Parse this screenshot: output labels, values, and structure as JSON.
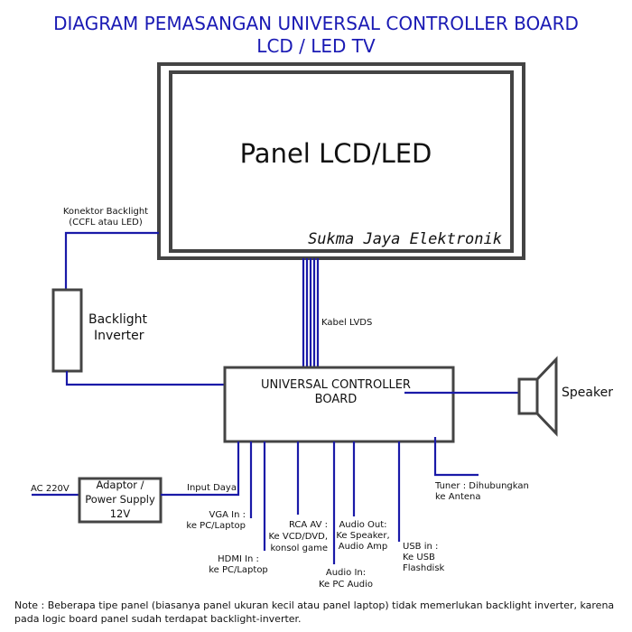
{
  "title": {
    "line1": "DIAGRAM PEMASANGAN UNIVERSAL CONTROLLER BOARD",
    "line2": "LCD / LED TV"
  },
  "panel": {
    "label": "Panel LCD/LED",
    "brand": "Sukma Jaya Elektronik"
  },
  "backlight_connector": {
    "line1": "Konektor Backlight",
    "line2": "(CCFL atau LED)"
  },
  "inverter": {
    "line1": "Backlight",
    "line2": "Inverter"
  },
  "lvds_label": "Kabel LVDS",
  "board": {
    "line1": "UNIVERSAL CONTROLLER",
    "line2": "BOARD"
  },
  "speaker_label": "Speaker",
  "ac_label": "AC 220V",
  "adaptor": {
    "line1": "Adaptor /",
    "line2": "Power Supply",
    "line3": "12V"
  },
  "input_daya": "Input Daya",
  "ports": {
    "vga": {
      "line1": "VGA In :",
      "line2": "ke PC/Laptop"
    },
    "hdmi": {
      "line1": "HDMI In :",
      "line2": "ke PC/Laptop"
    },
    "rca": {
      "line1": "RCA AV :",
      "line2": "Ke VCD/DVD,",
      "line3": "konsol game"
    },
    "audio_in": {
      "line1": "Audio In:",
      "line2": "Ke PC Audio"
    },
    "audio_out": {
      "line1": "Audio Out:",
      "line2": "Ke Speaker,",
      "line3": "Audio Amp"
    },
    "usb": {
      "line1": "USB in :",
      "line2": "Ke USB",
      "line3": "Flashdisk"
    },
    "tuner": {
      "line1": "Tuner : Dihubungkan",
      "line2": "ke Antena"
    }
  },
  "note": {
    "line1": "Note : Beberapa tipe panel (biasanya panel ukuran kecil atau panel laptop) tidak memerlukan backlight inverter, karena",
    "line2": "pada logic board panel sudah terdapat backlight-inverter."
  },
  "colors": {
    "title": "#1a1ab4",
    "wire": "#1a1aa8",
    "box_stroke": "#444444"
  }
}
